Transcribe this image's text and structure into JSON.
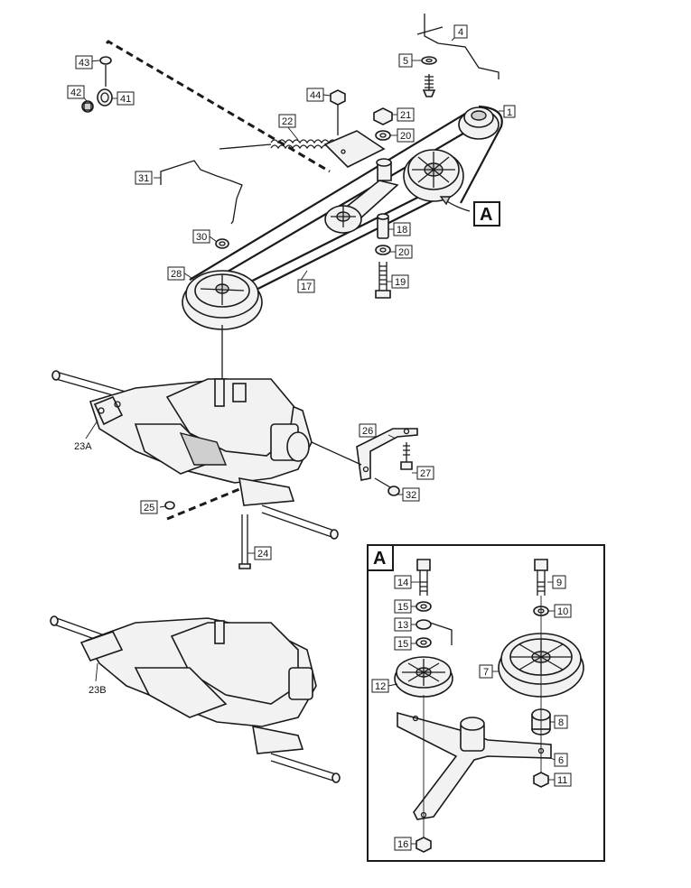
{
  "callouts": {
    "c1": "1",
    "c4": "4",
    "c5": "5",
    "c20a": "20",
    "c21": "21",
    "c44": "44",
    "c22": "22",
    "c43": "43",
    "c42": "42",
    "c41": "41",
    "c31": "31",
    "c30": "30",
    "c28": "28",
    "c17": "17",
    "c18": "18",
    "c20b": "20",
    "c19": "19",
    "c26": "26",
    "c27": "27",
    "c32": "32",
    "c25": "25",
    "c24": "24",
    "c14": "14",
    "c15a": "15",
    "c13": "13",
    "c15b": "15",
    "c12": "12",
    "c16": "16",
    "c9": "9",
    "c10": "10",
    "c7": "7",
    "c8": "8",
    "c6": "6",
    "c11": "11"
  },
  "labels": {
    "transaxle_a": "23A",
    "transaxle_b": "23B",
    "detail_ref": "A",
    "inset_title": "A"
  }
}
